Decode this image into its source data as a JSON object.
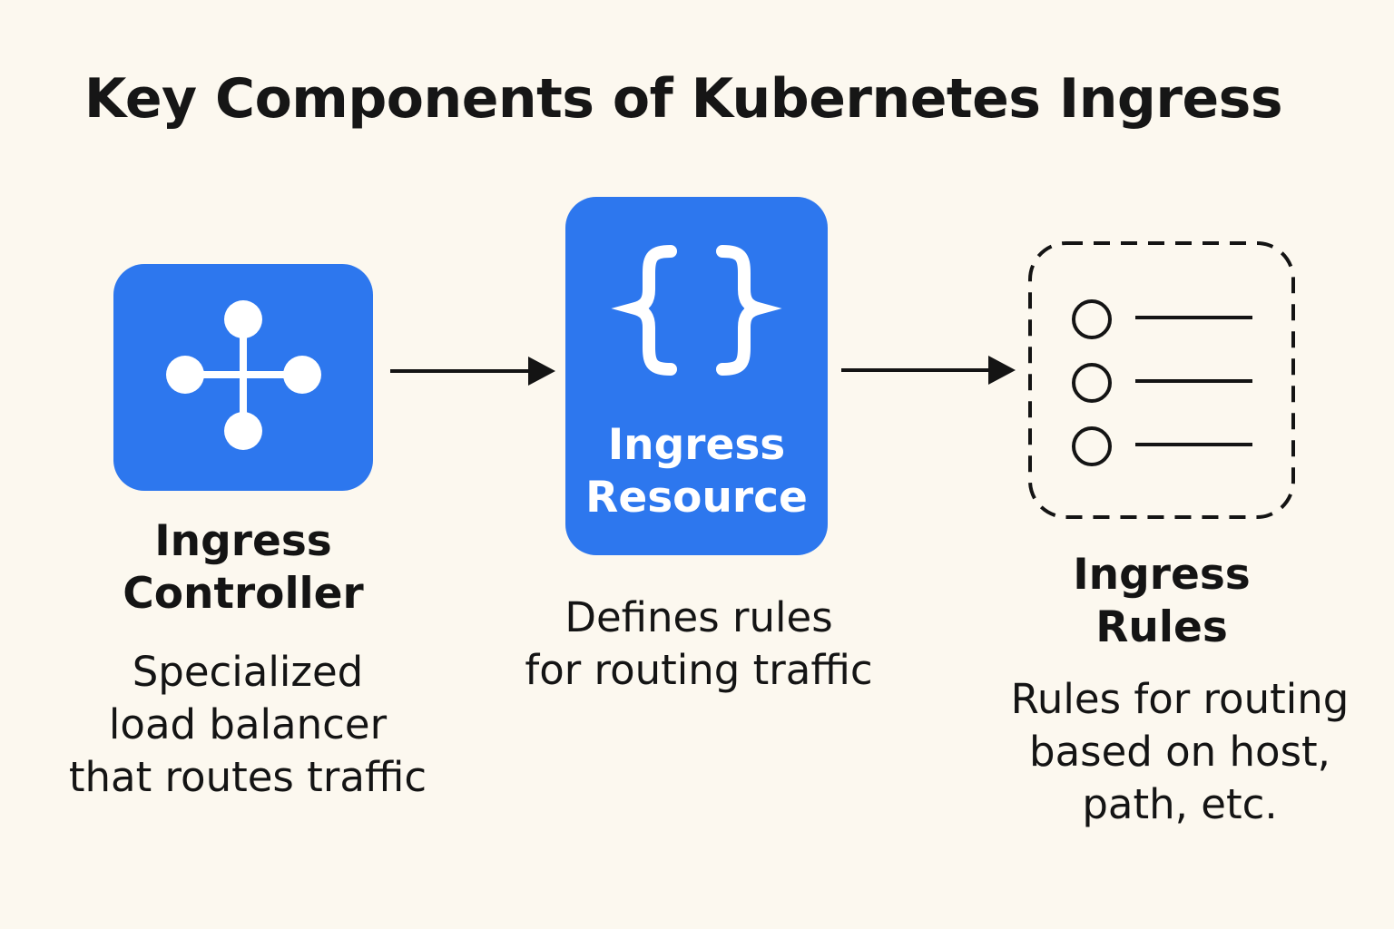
{
  "title": "Key Components of Kubernetes Ingress",
  "colors": {
    "background": "#fcf8ef",
    "accent_blue": "#2d77ee",
    "text": "#141414"
  },
  "components": [
    {
      "icon": "network-hub-icon",
      "title_lines": [
        "Ingress",
        "Controller"
      ],
      "description_lines": [
        "Specialized",
        "load balancer",
        "that routes traffic"
      ]
    },
    {
      "icon": "curly-braces-icon",
      "box_label_lines": [
        "Ingress",
        "Resource"
      ],
      "description_lines": [
        "Defines rules",
        "for routing traffic"
      ]
    },
    {
      "icon": "list-icon",
      "title_lines": [
        "Ingress",
        "Rules"
      ],
      "description_lines": [
        "Rules for routing",
        "based on host,",
        "path, etc."
      ]
    }
  ]
}
